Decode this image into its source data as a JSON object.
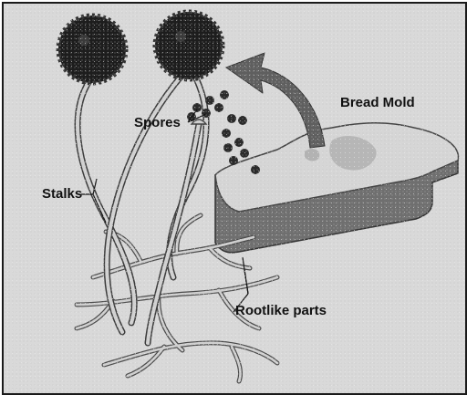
{
  "labels": {
    "spores": "Spores",
    "stalks": "Stalks",
    "rootlike_parts": "Rootlike parts",
    "bread_mold": "Bread Mold"
  },
  "colors": {
    "background": "#d9d9d9",
    "sporangium": "#1f1f1f",
    "stalk_fill": "#d2d2d2",
    "stalk_outline": "#4a4a4a",
    "arrow": "#666666",
    "bread_top": "#dadada",
    "bread_crust": "#7a7a7a"
  }
}
